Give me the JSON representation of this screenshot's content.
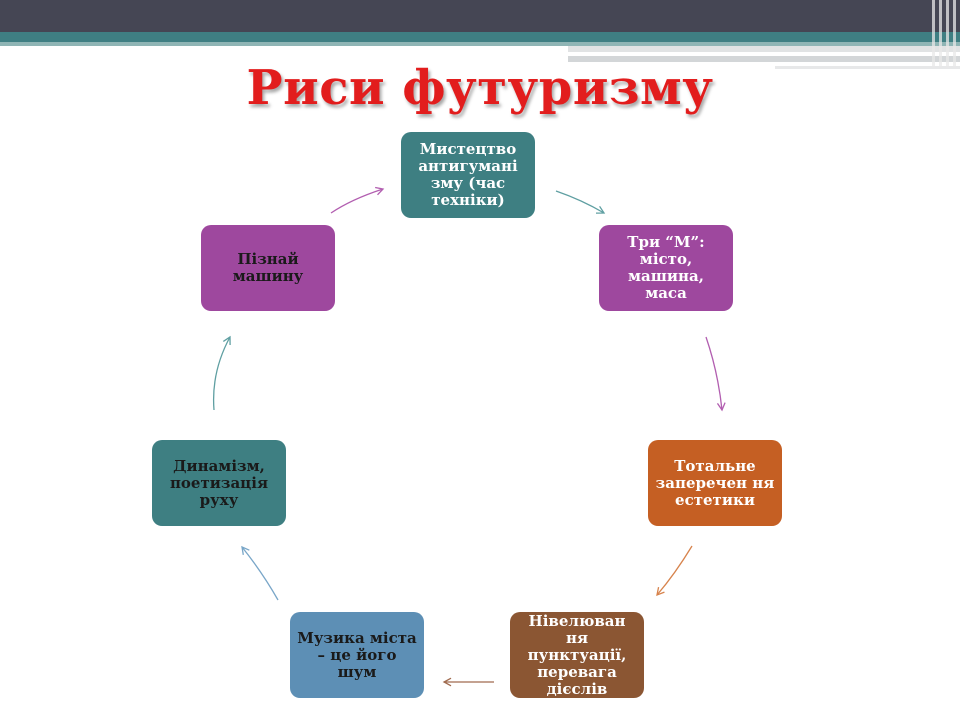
{
  "title": "Риси футуризму",
  "nodes": [
    {
      "label": "Мистецтво антигумані зму (час техніки)",
      "color": "#3e7f82"
    },
    {
      "label": "Три “М”: місто, машина, маса",
      "color": "#9e489e"
    },
    {
      "label": "Тотальне заперечен ня естетики",
      "color": "#c55f23"
    },
    {
      "label": "Нівелюван ня пунктуації, перевага дієслів",
      "color": "#8b5633"
    },
    {
      "label": "Музика міста – це його шум",
      "color": "#5d8fb5"
    },
    {
      "label": "Динамізм, поетизація руху",
      "color": "#3e7f82"
    },
    {
      "label": "Пізнай машину",
      "color": "#9e489e"
    }
  ],
  "arrow_colors": [
    "#5f9fa2",
    "#b25eb0",
    "#d7834c",
    "#a06b4f",
    "#79a6c8",
    "#5f9fa2",
    "#b25eb0"
  ]
}
